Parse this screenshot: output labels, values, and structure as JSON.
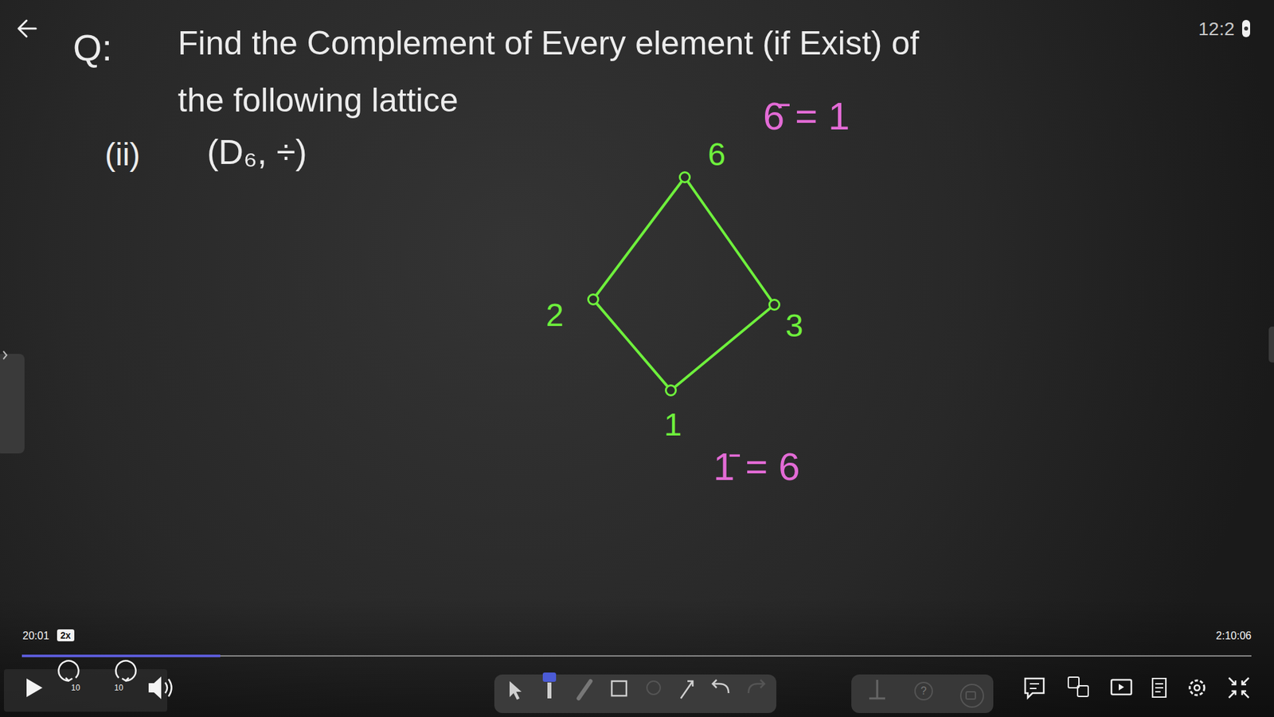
{
  "diagram": {
    "title": "Find the Complement of Every element (if Exist) of the following lattice",
    "nodes": [
      {
        "text": [
          "6"
        ]
      },
      {
        "text": [
          "2"
        ]
      },
      {
        "text": [
          "3"
        ]
      },
      {
        "text": [
          "1"
        ]
      }
    ],
    "edges": [
      {
        "from": 0,
        "to": 1,
        "arrow": "none"
      },
      {
        "from": 0,
        "to": 2,
        "arrow": "none"
      },
      {
        "from": 1,
        "to": 3,
        "arrow": "none"
      },
      {
        "from": 2,
        "to": 3,
        "arrow": "none"
      }
    ],
    "labels": [
      "Q:",
      "(ii)",
      "(D₆, ÷)",
      "6̄ = 1",
      "1̄ = 6",
      "12:2",
      "20:01",
      "2x",
      "2:10:06",
      "10",
      "10",
      "?"
    ]
  }
}
